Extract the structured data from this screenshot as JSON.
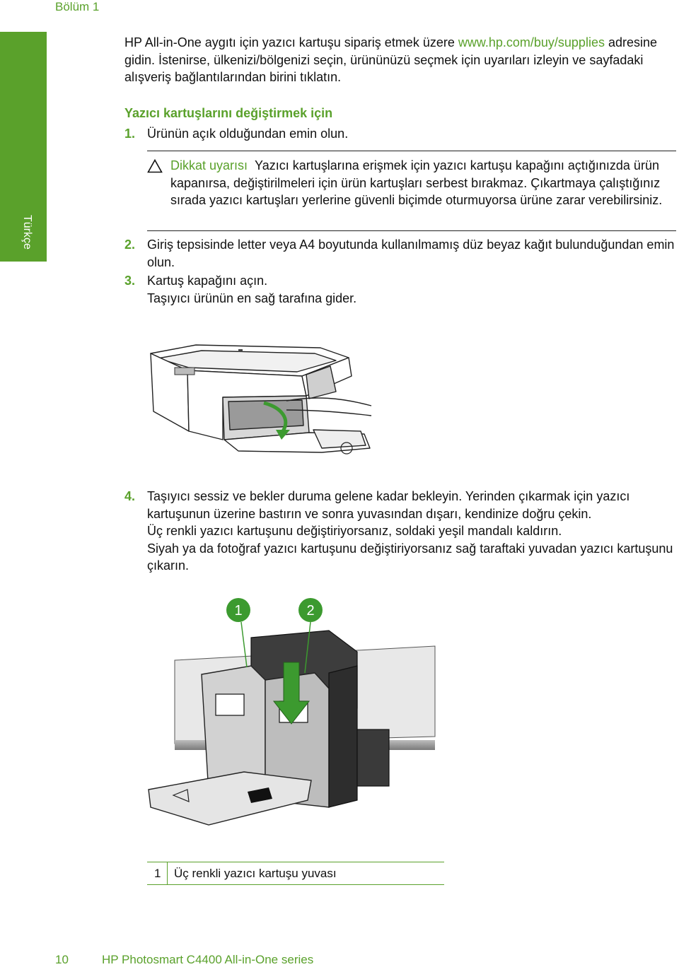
{
  "header": {
    "chapter": "Bölüm 1"
  },
  "side_tab": {
    "label": "Türkçe"
  },
  "intro": {
    "before_link": "HP All-in-One aygıtı için yazıcı kartuşu sipariş etmek üzere ",
    "link": "www.hp.com/buy/supplies",
    "after_link": " adresine gidin. İstenirse, ülkenizi/bölgenizi seçin, ürününüzü seçmek için uyarıları izleyin ve sayfadaki alışveriş bağlantılarından birini tıklatın."
  },
  "section_heading": "Yazıcı kartuşlarını değiştirmek için",
  "steps": [
    {
      "num": "1.",
      "text": "Ürünün açık olduğundan emin olun."
    },
    {
      "num": "2.",
      "text": "Giriş tepsisinde letter veya A4 boyutunda kullanılmamış düz beyaz kağıt bulunduğundan emin olun."
    },
    {
      "num": "3.",
      "text": "Kartuş kapağını açın.",
      "text2": "Taşıyıcı ürünün en sağ tarafına gider."
    },
    {
      "num": "4.",
      "text": "Taşıyıcı sessiz ve bekler duruma gelene kadar bekleyin. Yerinden çıkarmak için yazıcı kartuşunun üzerine bastırın ve sonra yuvasından dışarı, kendinize doğru çekin.",
      "text2": "Üç renkli yazıcı kartuşunu değiştiriyorsanız, soldaki yeşil mandalı kaldırın.",
      "text3": "Siyah ya da fotoğraf yazıcı kartuşunu değiştiriyorsanız sağ taraftaki yuvadan yazıcı kartuşunu çıkarın."
    }
  ],
  "caution": {
    "title": "Dikkat uyarısı",
    "text": "Yazıcı kartuşlarına erişmek için yazıcı kartuşu kapağını açtığınızda ürün kapanırsa, değiştirilmeleri için ürün kartuşları serbest bırakmaz. Çıkartmaya çalıştığınız sırada yazıcı kartuşları yerlerine güvenli biçimde oturmuyorsa ürüne zarar verebilirsiniz."
  },
  "figure2": {
    "callout1": "1",
    "callout2": "2"
  },
  "legend": {
    "num": "1",
    "text": "Üç renkli yazıcı kartuşu yuvası"
  },
  "footer": {
    "page": "10",
    "product": "HP Photosmart C4400 All-in-One series"
  },
  "colors": {
    "accent": "#5aa12b",
    "text": "#111111"
  },
  "icons": {
    "caution": "caution-triangle-icon"
  }
}
